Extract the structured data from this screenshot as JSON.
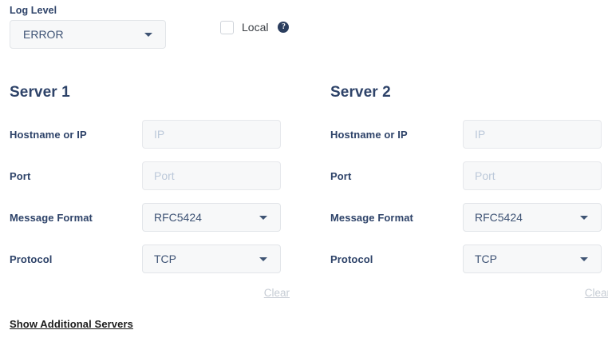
{
  "top": {
    "log_level": {
      "label": "Log Level",
      "value": "ERROR"
    },
    "local": {
      "label": "Local",
      "checked": false,
      "help_icon": "question-mark-circle-icon",
      "help_glyph": "?"
    }
  },
  "servers": [
    {
      "title": "Server 1",
      "fields": [
        {
          "label": "Hostname or IP",
          "type": "input",
          "value": "",
          "placeholder": "IP"
        },
        {
          "label": "Port",
          "type": "input",
          "value": "",
          "placeholder": "Port"
        },
        {
          "label": "Message Format",
          "type": "select",
          "value": "RFC5424"
        },
        {
          "label": "Protocol",
          "type": "select",
          "value": "TCP"
        }
      ],
      "clear_label": "Clear"
    },
    {
      "title": "Server 2",
      "fields": [
        {
          "label": "Hostname or IP",
          "type": "input",
          "value": "",
          "placeholder": "IP"
        },
        {
          "label": "Port",
          "type": "input",
          "value": "",
          "placeholder": "Port"
        },
        {
          "label": "Message Format",
          "type": "select",
          "value": "RFC5424"
        },
        {
          "label": "Protocol",
          "type": "select",
          "value": "TCP"
        }
      ],
      "clear_label": "Clear"
    }
  ],
  "footer": {
    "show_additional_servers": "Show Additional Servers"
  },
  "colors": {
    "text_primary": "#2e4369",
    "field_bg": "#f7f8f9",
    "field_border": "#e6e8ec",
    "placeholder": "#bcc9da",
    "clear_link": "#c6ccd4",
    "help_icon_bg": "#2b3e5e"
  }
}
